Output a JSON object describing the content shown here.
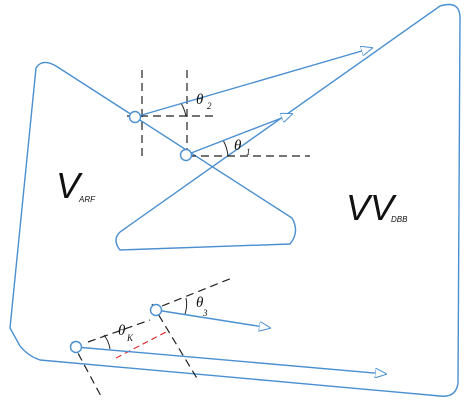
{
  "labels": {
    "left_region": {
      "main": "V",
      "sub": "ARF"
    },
    "right_region": {
      "main": "VV",
      "sub": "DBB"
    },
    "theta_1": {
      "main": "θ",
      "sub": "1"
    },
    "theta_2": {
      "main": "θ",
      "sub": "2"
    },
    "theta_3": {
      "main": "θ",
      "sub": "3"
    },
    "theta_k": {
      "main": "θ",
      "sub": "K"
    }
  },
  "colors": {
    "outline": "#4a8fd0",
    "guides": "#222222",
    "accent": "#e03030"
  }
}
